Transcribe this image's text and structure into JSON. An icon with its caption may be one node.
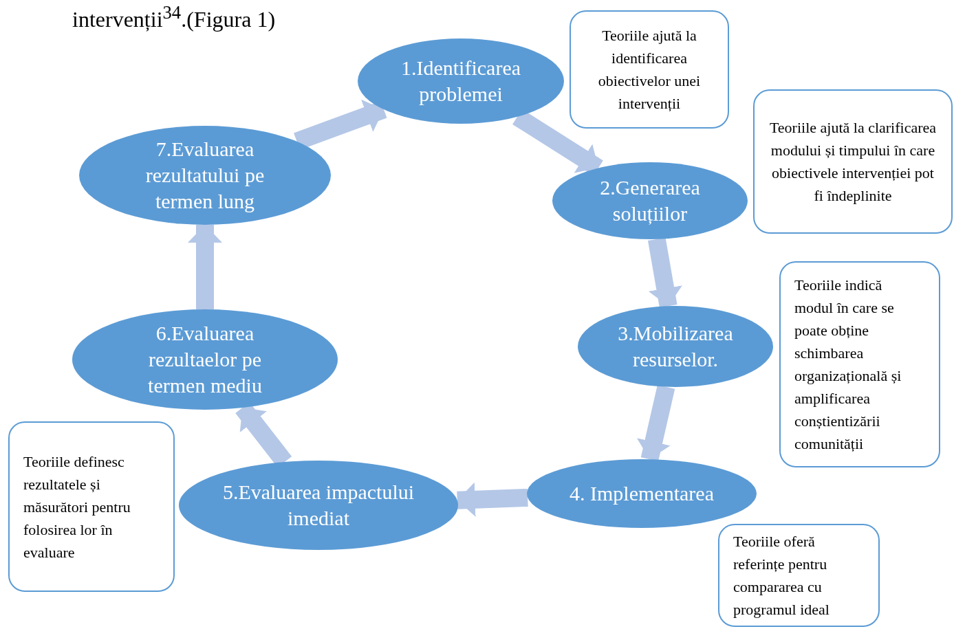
{
  "diagram": {
    "nodes": [
      {
        "text": [
          "1.Identificarea problemei"
        ]
      },
      {
        "text": [
          "2.Generarea soluțiilor"
        ]
      },
      {
        "text": [
          "3.Mobilizarea resurselor."
        ]
      },
      {
        "text": [
          "4. Implementarea"
        ]
      },
      {
        "text": [
          "5.Evaluarea impactului imediat"
        ]
      },
      {
        "text": [
          "6.Evaluarea rezultaelor pe termen mediu"
        ]
      },
      {
        "text": [
          "7.Evaluarea rezultatului pe termen lung"
        ]
      },
      {
        "text": [
          "Teoriile ajută la identificarea obiectivelor unei intervenții"
        ]
      },
      {
        "text": [
          "Teoriile ajută la clarificarea modului și timpului în care obiectivele intervenției pot fi îndeplinite"
        ]
      },
      {
        "text": [
          "Teoriile indică modul în care se poate obține schimbarea organizațională și amplificarea conștientizării comunității"
        ]
      },
      {
        "text": [
          "Teoriile oferă referințe pentru compararea cu programul ideal"
        ]
      },
      {
        "text": [
          "Teoriile definesc rezultatele și măsurători pentru folosirea lor în evaluare"
        ]
      }
    ],
    "edges": [
      {
        "from": 0,
        "to": 1,
        "arrow": "to"
      },
      {
        "from": 1,
        "to": 2,
        "arrow": "to"
      },
      {
        "from": 2,
        "to": 3,
        "arrow": "to"
      },
      {
        "from": 3,
        "to": 4,
        "arrow": "to"
      },
      {
        "from": 4,
        "to": 5,
        "arrow": "to"
      },
      {
        "from": 5,
        "to": 6,
        "arrow": "to"
      },
      {
        "from": 6,
        "to": 0,
        "arrow": "to"
      }
    ],
    "labels": [
      "intervenții$^{34}$.(Figura 1)"
    ]
  }
}
